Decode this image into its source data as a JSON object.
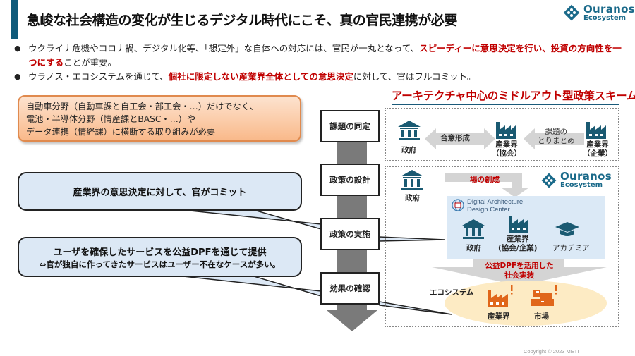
{
  "header": {
    "title": "急峻な社会構造の変化が生じるデジタル時代にこそ、真の官民連携が必要",
    "accent_color": "#0f5a7a",
    "logo": {
      "line1": "Ouranos",
      "line2": "Ecosystem",
      "icon": "ouranos-logo-icon"
    }
  },
  "bullets": [
    {
      "parts": [
        {
          "text": "ウクライナ危機やコロナ禍、デジタル化等、「想定外」な自体への対応には、官民が一丸となって、",
          "emphasis": false
        },
        {
          "text": "スピーディーに意思決定を行い、投資の方向性を一つにする",
          "emphasis": true
        },
        {
          "text": "ことが重要。",
          "emphasis": false
        }
      ]
    },
    {
      "parts": [
        {
          "text": "ウラノス・エコシステムを通じて、",
          "emphasis": false
        },
        {
          "text": "個社に限定しない産業界全体としての意思決定",
          "emphasis": true
        },
        {
          "text": "に対して、官はフルコミット。",
          "emphasis": false
        }
      ]
    }
  ],
  "emphasis_color": "#c00000",
  "orange_box": {
    "lines": [
      "自動車分野（自動車課と自工会・部工会・…）だけでなく、",
      "電池・半導体分野（情産課とBASC・…）や",
      "データ連携（情経課）に横断する取り組みが必要"
    ]
  },
  "callouts": [
    {
      "main": "産業界の意思決定に対して、官がコミット",
      "sub": ""
    },
    {
      "main": "ユーザを確保したサービスを公益DPFを通じて提供",
      "sub": "⇔官が独自に作ってきたサービスはユーザー不在なケースが多い。"
    }
  ],
  "flow_steps": [
    "課題の同定",
    "政策の設計",
    "政策の実施",
    "効果の確認"
  ],
  "scheme": {
    "title": "アーキテクチャ中心のミドルアウト型政策スキーム",
    "top": {
      "gov": "政府",
      "arrow1": "合意形成",
      "industry_assoc": [
        "産業界",
        "（協会）"
      ],
      "arrow2": [
        "課題の",
        "とりまとめ"
      ],
      "industry_corp": [
        "産業界",
        "（企業）"
      ]
    },
    "bottom": {
      "gov": "政府",
      "arrow_create": "場の創成",
      "logo": {
        "line1": "Ouranos",
        "line2": "Ecosystem"
      },
      "dadc": {
        "line1": "Digital Architecture",
        "line2": "Design Center"
      },
      "members": [
        {
          "icon": "government-building-icon",
          "label": [
            "政府"
          ]
        },
        {
          "icon": "factory-icon",
          "label": [
            "産業界",
            "(協会/企業)"
          ]
        },
        {
          "icon": "graduation-cap-icon",
          "label": [
            "アカデミア"
          ]
        }
      ],
      "arrow_implement": [
        "公益DPFを活用した",
        "社会実装"
      ],
      "ecosystem_label": "エコシステム",
      "ecosystem_members": [
        {
          "icon": "factory-alert-icon",
          "label": "産業界"
        },
        {
          "icon": "cash-register-alert-icon",
          "label": "市場"
        }
      ]
    },
    "colors": {
      "icon_teal": "#1a5a72",
      "icon_orange": "#e0661a",
      "arrow_grey": "#d4d4d4",
      "dadc_bg": "#dbe9f6",
      "ecosystem_bg": "#fdebc4"
    }
  },
  "footer": {
    "copyright": "Copyright ©  2023 METI"
  }
}
